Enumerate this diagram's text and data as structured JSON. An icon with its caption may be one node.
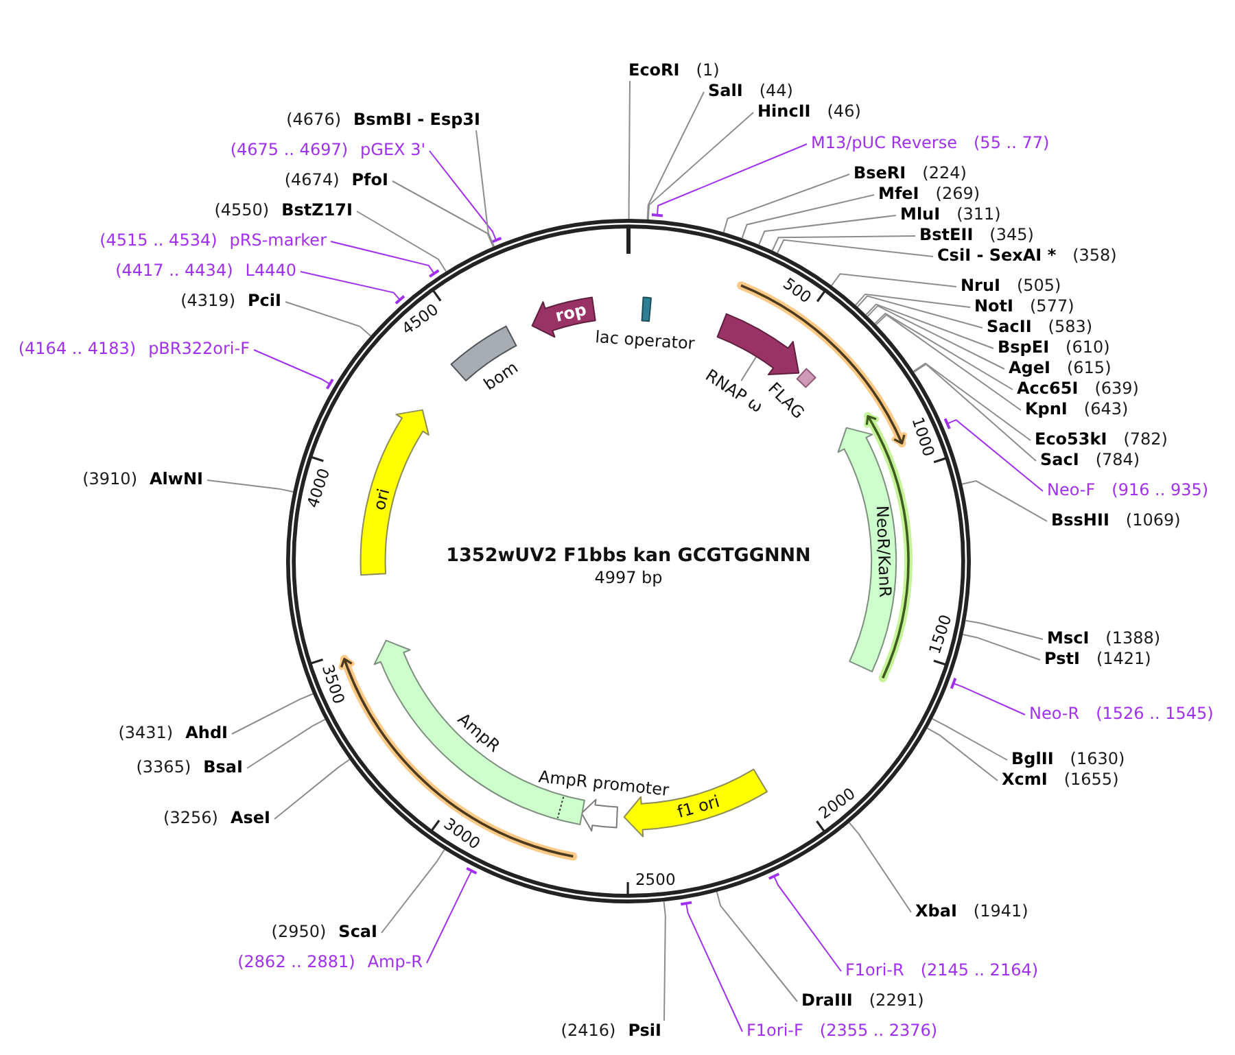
{
  "diagram": {
    "nodes": [
      {
        "text": [
          "1352wUV2 F1bbs kan GCGTGGNNN",
          "4997 bp"
        ]
      },
      {
        "text": [
          "rop"
        ],
        "in": 0
      },
      {
        "text": [],
        "shape": "box",
        "beside": [
          "lac operator"
        ],
        "in": 0
      },
      {
        "text": [],
        "shape": "arrow",
        "in": 0
      },
      {
        "text": [
          "RNAP ω"
        ],
        "in": 0
      },
      {
        "text": [],
        "shape": "box",
        "beside": [
          "FLAG"
        ],
        "in": 0
      },
      {
        "text": [],
        "shape": "box",
        "beside": [
          "bom"
        ],
        "in": 0
      },
      {
        "text": [
          "ori"
        ],
        "in": 0
      },
      {
        "text": [
          "NeoR/KanR"
        ],
        "in": 0
      },
      {
        "text": [
          "f1 ori"
        ],
        "in": 0
      },
      {
        "text": [],
        "shape": "arrow",
        "beside": [
          "AmpR promoter"
        ],
        "in": 0
      },
      {
        "text": [],
        "shape": "arrow",
        "beside": [
          "AmpR"
        ],
        "in": 0
      },
      {
        "text": [
          "EcoRI",
          "(1)"
        ]
      },
      {
        "text": [
          "SalI",
          "(44)"
        ]
      },
      {
        "text": [
          "HincII",
          "(46)"
        ]
      },
      {
        "text": [
          "M13/pUC Reverse",
          "(55 .. 77)"
        ]
      },
      {
        "text": [
          "BseRI",
          "(224)"
        ]
      },
      {
        "text": [
          "MfeI",
          "(269)"
        ]
      },
      {
        "text": [
          "MluI",
          "(311)"
        ]
      },
      {
        "text": [
          "BstEII",
          "(345)"
        ]
      },
      {
        "text": [
          "CsiI - SexAI *",
          "(358)"
        ]
      },
      {
        "text": [
          "NruI",
          "(505)"
        ]
      },
      {
        "text": [
          "NotI",
          "(577)"
        ]
      },
      {
        "text": [
          "SacII",
          "(583)"
        ]
      },
      {
        "text": [
          "BspEI",
          "(610)"
        ]
      },
      {
        "text": [
          "AgeI",
          "(615)"
        ]
      },
      {
        "text": [
          "Acc65I",
          "(639)"
        ]
      },
      {
        "text": [
          "KpnI",
          "(643)"
        ]
      },
      {
        "text": [
          "Eco53kI",
          "(782)"
        ]
      },
      {
        "text": [
          "SacI",
          "(784)"
        ]
      },
      {
        "text": [
          "Neo-F",
          "(916 .. 935)"
        ]
      },
      {
        "text": [
          "BssHII",
          "(1069)"
        ]
      },
      {
        "text": [
          "MscI",
          "(1388)"
        ]
      },
      {
        "text": [
          "PstI",
          "(1421)"
        ]
      },
      {
        "text": [
          "Neo-R",
          "(1526 .. 1545)"
        ]
      },
      {
        "text": [
          "BglII",
          "(1630)"
        ]
      },
      {
        "text": [
          "XcmI",
          "(1655)"
        ]
      },
      {
        "text": [
          "XbaI",
          "(1941)"
        ]
      },
      {
        "text": [
          "F1ori-R",
          "(2145 .. 2164)"
        ]
      },
      {
        "text": [
          "DraIII",
          "(2291)"
        ]
      },
      {
        "text": [
          "F1ori-F",
          "(2355 .. 2376)"
        ]
      },
      {
        "text": [
          "(2416)",
          "PsiI"
        ]
      },
      {
        "text": [
          "(2862 .. 2881)",
          "Amp-R"
        ]
      },
      {
        "text": [
          "(2950)",
          "ScaI"
        ]
      },
      {
        "text": [
          "(3256)",
          "AseI"
        ]
      },
      {
        "text": [
          "(3365)",
          "BsaI"
        ]
      },
      {
        "text": [
          "(3431)",
          "AhdI"
        ]
      },
      {
        "text": [
          "(3910)",
          "AlwNI"
        ]
      },
      {
        "text": [
          "(4164 .. 4183)",
          "pBR322ori-F"
        ]
      },
      {
        "text": [
          "(4319)",
          "PciI"
        ]
      },
      {
        "text": [
          "(4417 .. 4434)",
          "L4440"
        ]
      },
      {
        "text": [
          "(4515 .. 4534)",
          "pRS-marker"
        ]
      },
      {
        "text": [
          "(4550)",
          "BstZ17I"
        ]
      },
      {
        "text": [
          "(4674)",
          "PfoI"
        ]
      },
      {
        "text": [
          "(4675 .. 4697)",
          "pGEX 3'"
        ]
      },
      {
        "text": [
          "(4676)",
          "BsmBI - Esp3I"
        ]
      }
    ],
    "edges": [
      {
        "from": 4,
        "to": 3,
        "arrow": "none"
      },
      {
        "from": 12,
        "to": 0,
        "arrow": "none"
      },
      {
        "from": 13,
        "to": 0,
        "arrow": "none"
      },
      {
        "from": 14,
        "to": 0,
        "arrow": "none"
      },
      {
        "from": 15,
        "to": 0,
        "arrow": "other",
        "color": "#a030f0"
      },
      {
        "from": 16,
        "to": 0,
        "arrow": "none"
      },
      {
        "from": 17,
        "to": 0,
        "arrow": "none"
      },
      {
        "from": 18,
        "to": 0,
        "arrow": "none"
      },
      {
        "from": 19,
        "to": 0,
        "arrow": "none"
      },
      {
        "from": 20,
        "to": 0,
        "arrow": "none"
      },
      {
        "from": 21,
        "to": 0,
        "arrow": "none"
      },
      {
        "from": 22,
        "to": 0,
        "arrow": "none"
      },
      {
        "from": 23,
        "to": 0,
        "arrow": "none"
      },
      {
        "from": 24,
        "to": 0,
        "arrow": "none"
      },
      {
        "from": 25,
        "to": 0,
        "arrow": "none"
      },
      {
        "from": 26,
        "to": 0,
        "arrow": "none"
      },
      {
        "from": 27,
        "to": 0,
        "arrow": "none"
      },
      {
        "from": 28,
        "to": 0,
        "arrow": "none"
      },
      {
        "from": 29,
        "to": 0,
        "arrow": "none"
      },
      {
        "from": 30,
        "to": 0,
        "arrow": "other",
        "color": "#a030f0"
      },
      {
        "from": 31,
        "to": 0,
        "arrow": "none"
      },
      {
        "from": 32,
        "to": 0,
        "arrow": "none"
      },
      {
        "from": 33,
        "to": 0,
        "arrow": "none"
      },
      {
        "from": 34,
        "to": 0,
        "arrow": "other",
        "color": "#a030f0"
      },
      {
        "from": 35,
        "to": 0,
        "arrow": "none"
      },
      {
        "from": 36,
        "to": 0,
        "arrow": "none"
      },
      {
        "from": 37,
        "to": 0,
        "arrow": "none"
      },
      {
        "from": 38,
        "to": 0,
        "arrow": "other",
        "color": "#a030f0"
      },
      {
        "from": 39,
        "to": 0,
        "arrow": "none"
      },
      {
        "from": 40,
        "to": 0,
        "arrow": "other",
        "color": "#a030f0"
      },
      {
        "from": 41,
        "to": 0,
        "arrow": "none"
      },
      {
        "from": 42,
        "to": 0,
        "arrow": "other",
        "color": "#a030f0"
      },
      {
        "from": 43,
        "to": 0,
        "arrow": "none"
      },
      {
        "from": 44,
        "to": 0,
        "arrow": "none"
      },
      {
        "from": 45,
        "to": 0,
        "arrow": "none"
      },
      {
        "from": 46,
        "to": 0,
        "arrow": "none"
      },
      {
        "from": 47,
        "to": 0,
        "arrow": "none"
      },
      {
        "from": 48,
        "to": 0,
        "arrow": "other",
        "color": "#a030f0"
      },
      {
        "from": 49,
        "to": 0,
        "arrow": "none"
      },
      {
        "from": 50,
        "to": 0,
        "arrow": "other",
        "color": "#a030f0"
      },
      {
        "from": 51,
        "to": 0,
        "arrow": "other",
        "color": "#a030f0"
      },
      {
        "from": 52,
        "to": 0,
        "arrow": "none"
      },
      {
        "from": 53,
        "to": 0,
        "arrow": "none"
      },
      {
        "from": 54,
        "to": 0,
        "arrow": "other",
        "color": "#a030f0"
      },
      {
        "from": 55,
        "to": 0,
        "arrow": "none"
      }
    ],
    "labels": [
      "500",
      "1000",
      "1500",
      "2000",
      "2500",
      "3000",
      "3500",
      "4000",
      "4500"
    ]
  }
}
